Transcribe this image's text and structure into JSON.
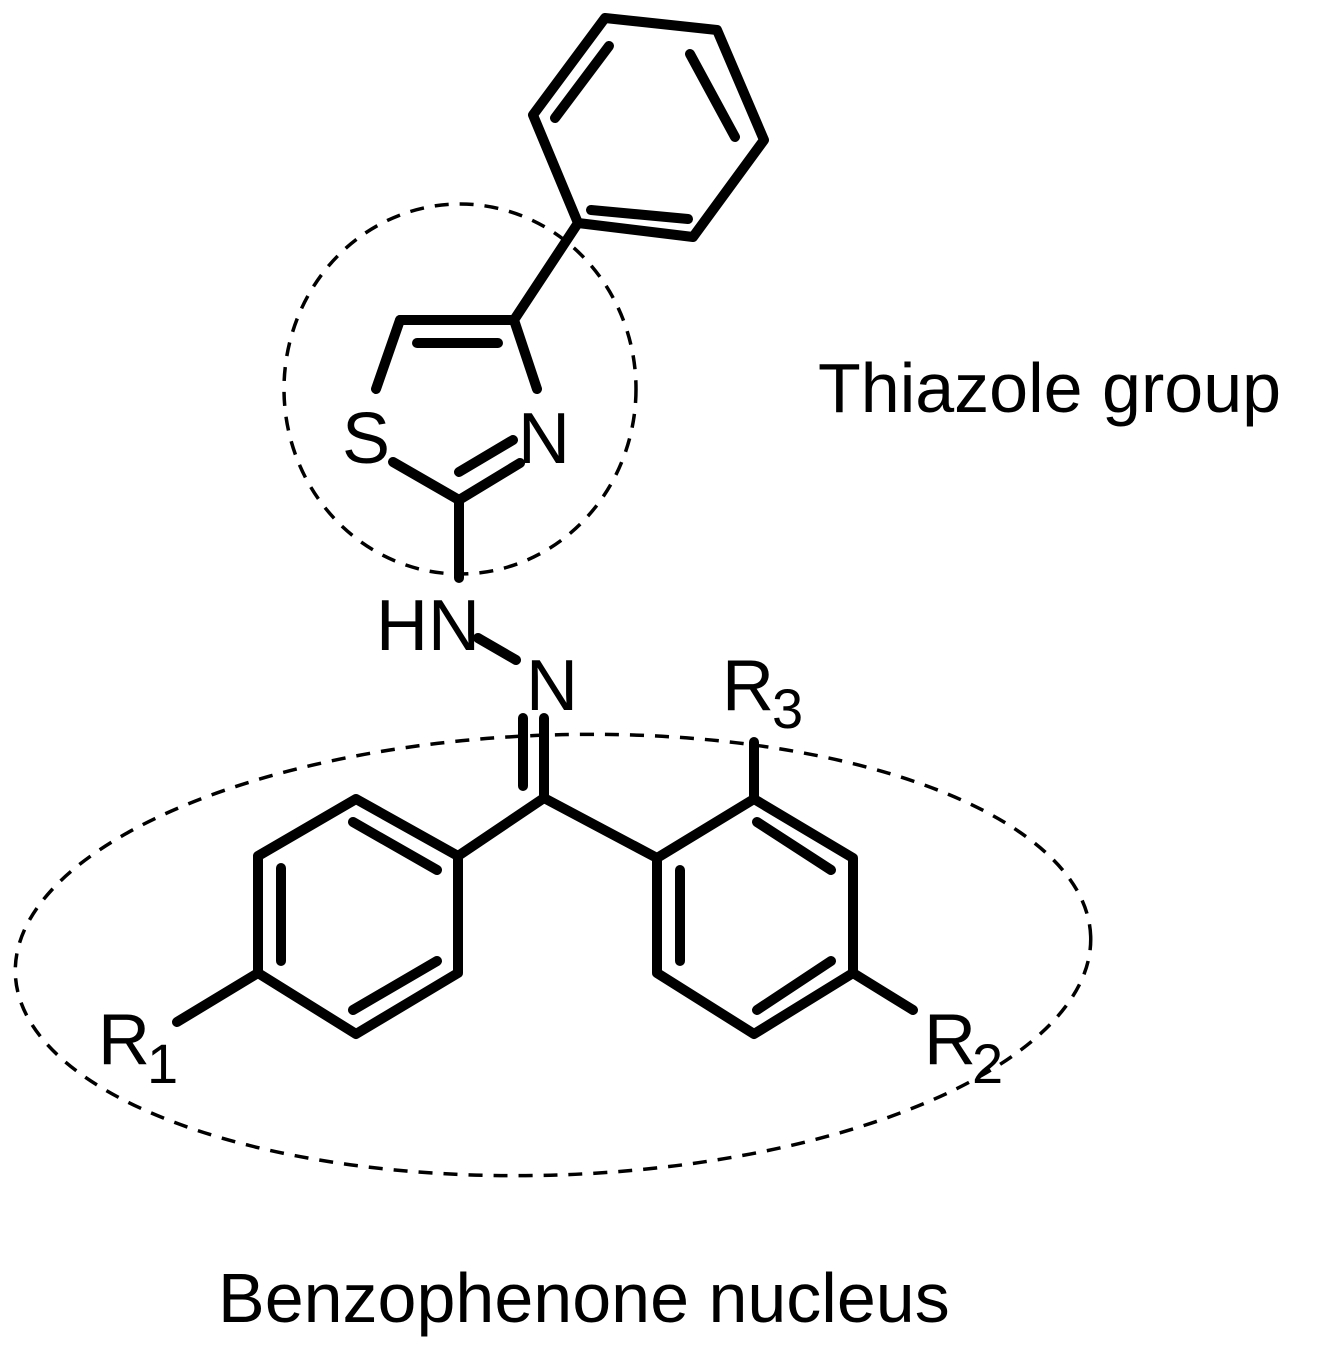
{
  "labels": {
    "thiazole_group": "Thiazole group",
    "benzophenone_nucleus": "Benzophenone nucleus"
  },
  "atoms": {
    "sulfur": "S",
    "thiazole_nitrogen": "N",
    "hydrazine_nh": "HN",
    "imine_nitrogen": "N",
    "r1": "R",
    "r1_index": "1",
    "r2": "R",
    "r2_index": "2",
    "r3": "R",
    "r3_index": "3"
  },
  "colors": {
    "ink": "#000000",
    "background": "#ffffff"
  }
}
